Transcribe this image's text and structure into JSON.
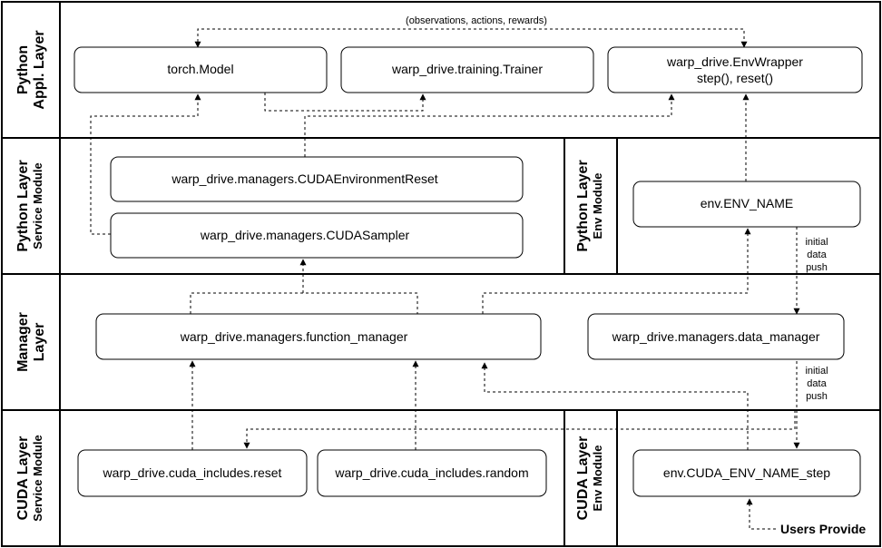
{
  "layers": {
    "python_appl": [
      "Python",
      "Appl. Layer"
    ],
    "python_service": [
      "Python Layer",
      "Service Module"
    ],
    "python_env": [
      "Python Layer",
      "Env Module"
    ],
    "manager": [
      "Manager",
      "Layer"
    ],
    "cuda_service": [
      "CUDA Layer",
      "Service Module"
    ],
    "cuda_env": [
      "CUDA Layer",
      "Env Module"
    ]
  },
  "boxes": {
    "torch_model": [
      "torch.Model"
    ],
    "trainer": [
      "warp_drive.training.Trainer"
    ],
    "env_wrapper": [
      "warp_drive.EnvWrapper",
      "step(), reset()"
    ],
    "env_reset": [
      "warp_drive.managers.CUDAEnvironmentReset"
    ],
    "sampler": [
      "warp_drive.managers.CUDASampler"
    ],
    "env_name": [
      "env.ENV_NAME"
    ],
    "function_manager": [
      "warp_drive.managers.function_manager"
    ],
    "data_manager": [
      "warp_drive.managers.data_manager"
    ],
    "cuda_reset": [
      "warp_drive.cuda_includes.reset"
    ],
    "cuda_random": [
      "warp_drive.cuda_includes.random"
    ],
    "cuda_env_step": [
      "env.CUDA_ENV_NAME_step"
    ]
  },
  "labels": {
    "observations": "(observations, actions, rewards)",
    "initial_push_1": [
      "initial",
      "data",
      "push"
    ],
    "initial_push_2": [
      "initial",
      "data",
      "push"
    ],
    "users_provide": "Users Provide"
  }
}
